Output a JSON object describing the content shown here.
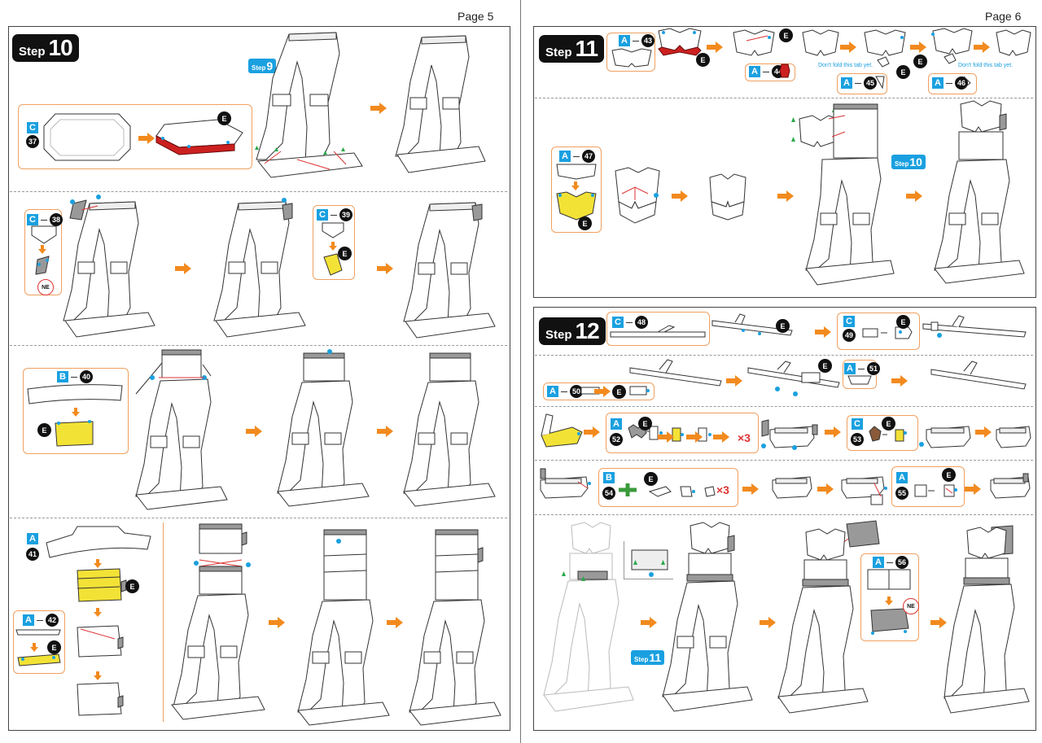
{
  "pages": {
    "left": "Page 5",
    "right": "Page 6"
  },
  "step_word": "Step",
  "steps": {
    "s10": "10",
    "s11": "11",
    "s12": "12"
  },
  "refs": {
    "step9": "9",
    "step10": "10",
    "step11": "11"
  },
  "letters": {
    "A": "A",
    "B": "B",
    "C": "C"
  },
  "glue": "E",
  "ne": "NE",
  "parts": {
    "p37": "37",
    "p38": "38",
    "p39": "39",
    "p40": "40",
    "p41": "41",
    "p42": "42",
    "p43": "43",
    "p44": "44",
    "p45": "45",
    "p46": "46",
    "p47": "47",
    "p48": "48",
    "p49": "49",
    "p50": "50",
    "p51": "51",
    "p52": "52",
    "p53": "53",
    "p54": "54",
    "p55": "55",
    "p56": "56"
  },
  "notes": {
    "dont_fold": "Don't fold this tab yet."
  },
  "multipliers": {
    "m52": "×3",
    "m54": "×3"
  },
  "colors": {
    "accent_blue": "#1aa0e0",
    "arrow_orange": "#f28a1e",
    "glue_red": "#cc2020",
    "highlight_yellow": "#f3e236",
    "marker_green": "#2aa84a"
  }
}
